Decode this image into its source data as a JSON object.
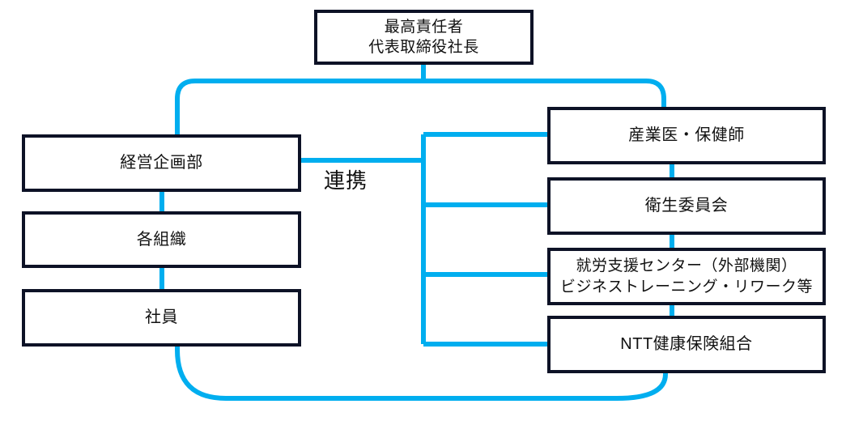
{
  "diagram": {
    "type": "organization-chart",
    "colors": {
      "box_border": "#0d1226",
      "connector": "#00aeef",
      "text": "#111111",
      "background": "#ffffff"
    },
    "nodes": {
      "top": {
        "label": "最高責任者\n代表取締役社長"
      },
      "left": [
        {
          "label": "経営企画部"
        },
        {
          "label": "各組織"
        },
        {
          "label": "社員"
        }
      ],
      "right": [
        {
          "label": "産業医・保健師"
        },
        {
          "label": "衛生委員会"
        },
        {
          "label": "就労支援センター（外部機関）\nビジネストレーニング・リワーク等"
        },
        {
          "label": "NTT健康保険組合"
        }
      ]
    },
    "annotations": {
      "renkei": "連携"
    }
  }
}
